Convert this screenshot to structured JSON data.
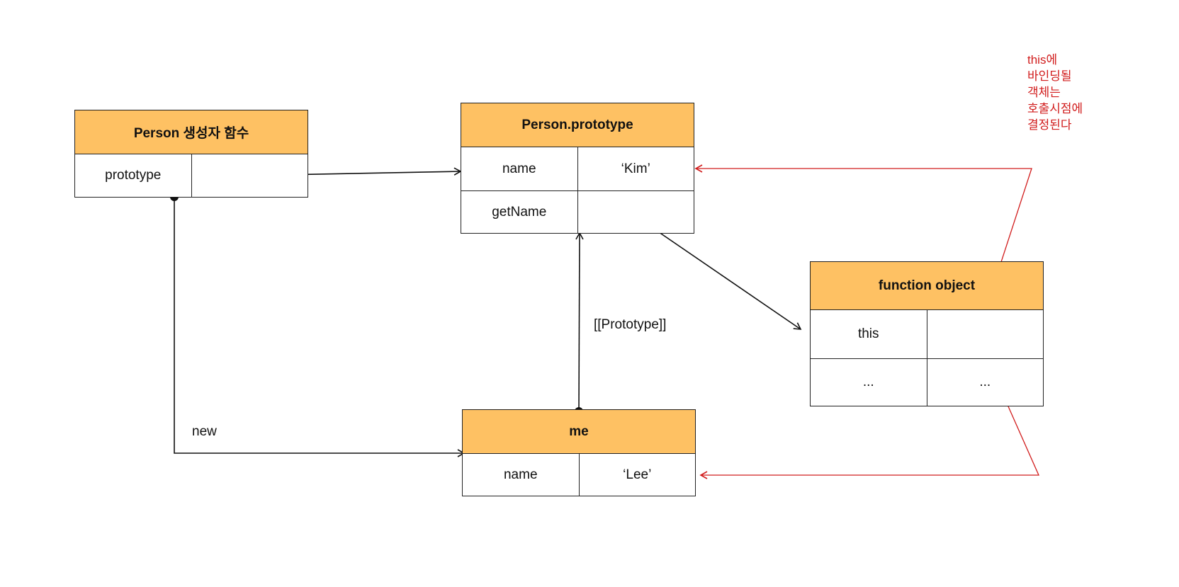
{
  "colors": {
    "header_fill": "#fec163",
    "accent_red": "#d11c1c",
    "line": "#111111"
  },
  "person_constructor": {
    "title": "Person  생성자 함수",
    "row": {
      "key": "prototype",
      "value": ""
    }
  },
  "person_prototype": {
    "title": "Person.prototype",
    "rows": [
      {
        "key": "name",
        "value": "‘Kim’"
      },
      {
        "key": "getName",
        "value": ""
      }
    ]
  },
  "function_object": {
    "title": "function object",
    "rows": [
      {
        "key": "this",
        "value": ""
      },
      {
        "key": "...",
        "value": "..."
      }
    ]
  },
  "me_object": {
    "title": "me",
    "row": {
      "key": "name",
      "value": "‘Lee’"
    }
  },
  "labels": {
    "new": "new",
    "prototype_link": "[[Prototype]]"
  },
  "note": {
    "lines": [
      "this에",
      "바인딩될",
      "객체는",
      "호출시점에",
      "결정된다"
    ]
  }
}
